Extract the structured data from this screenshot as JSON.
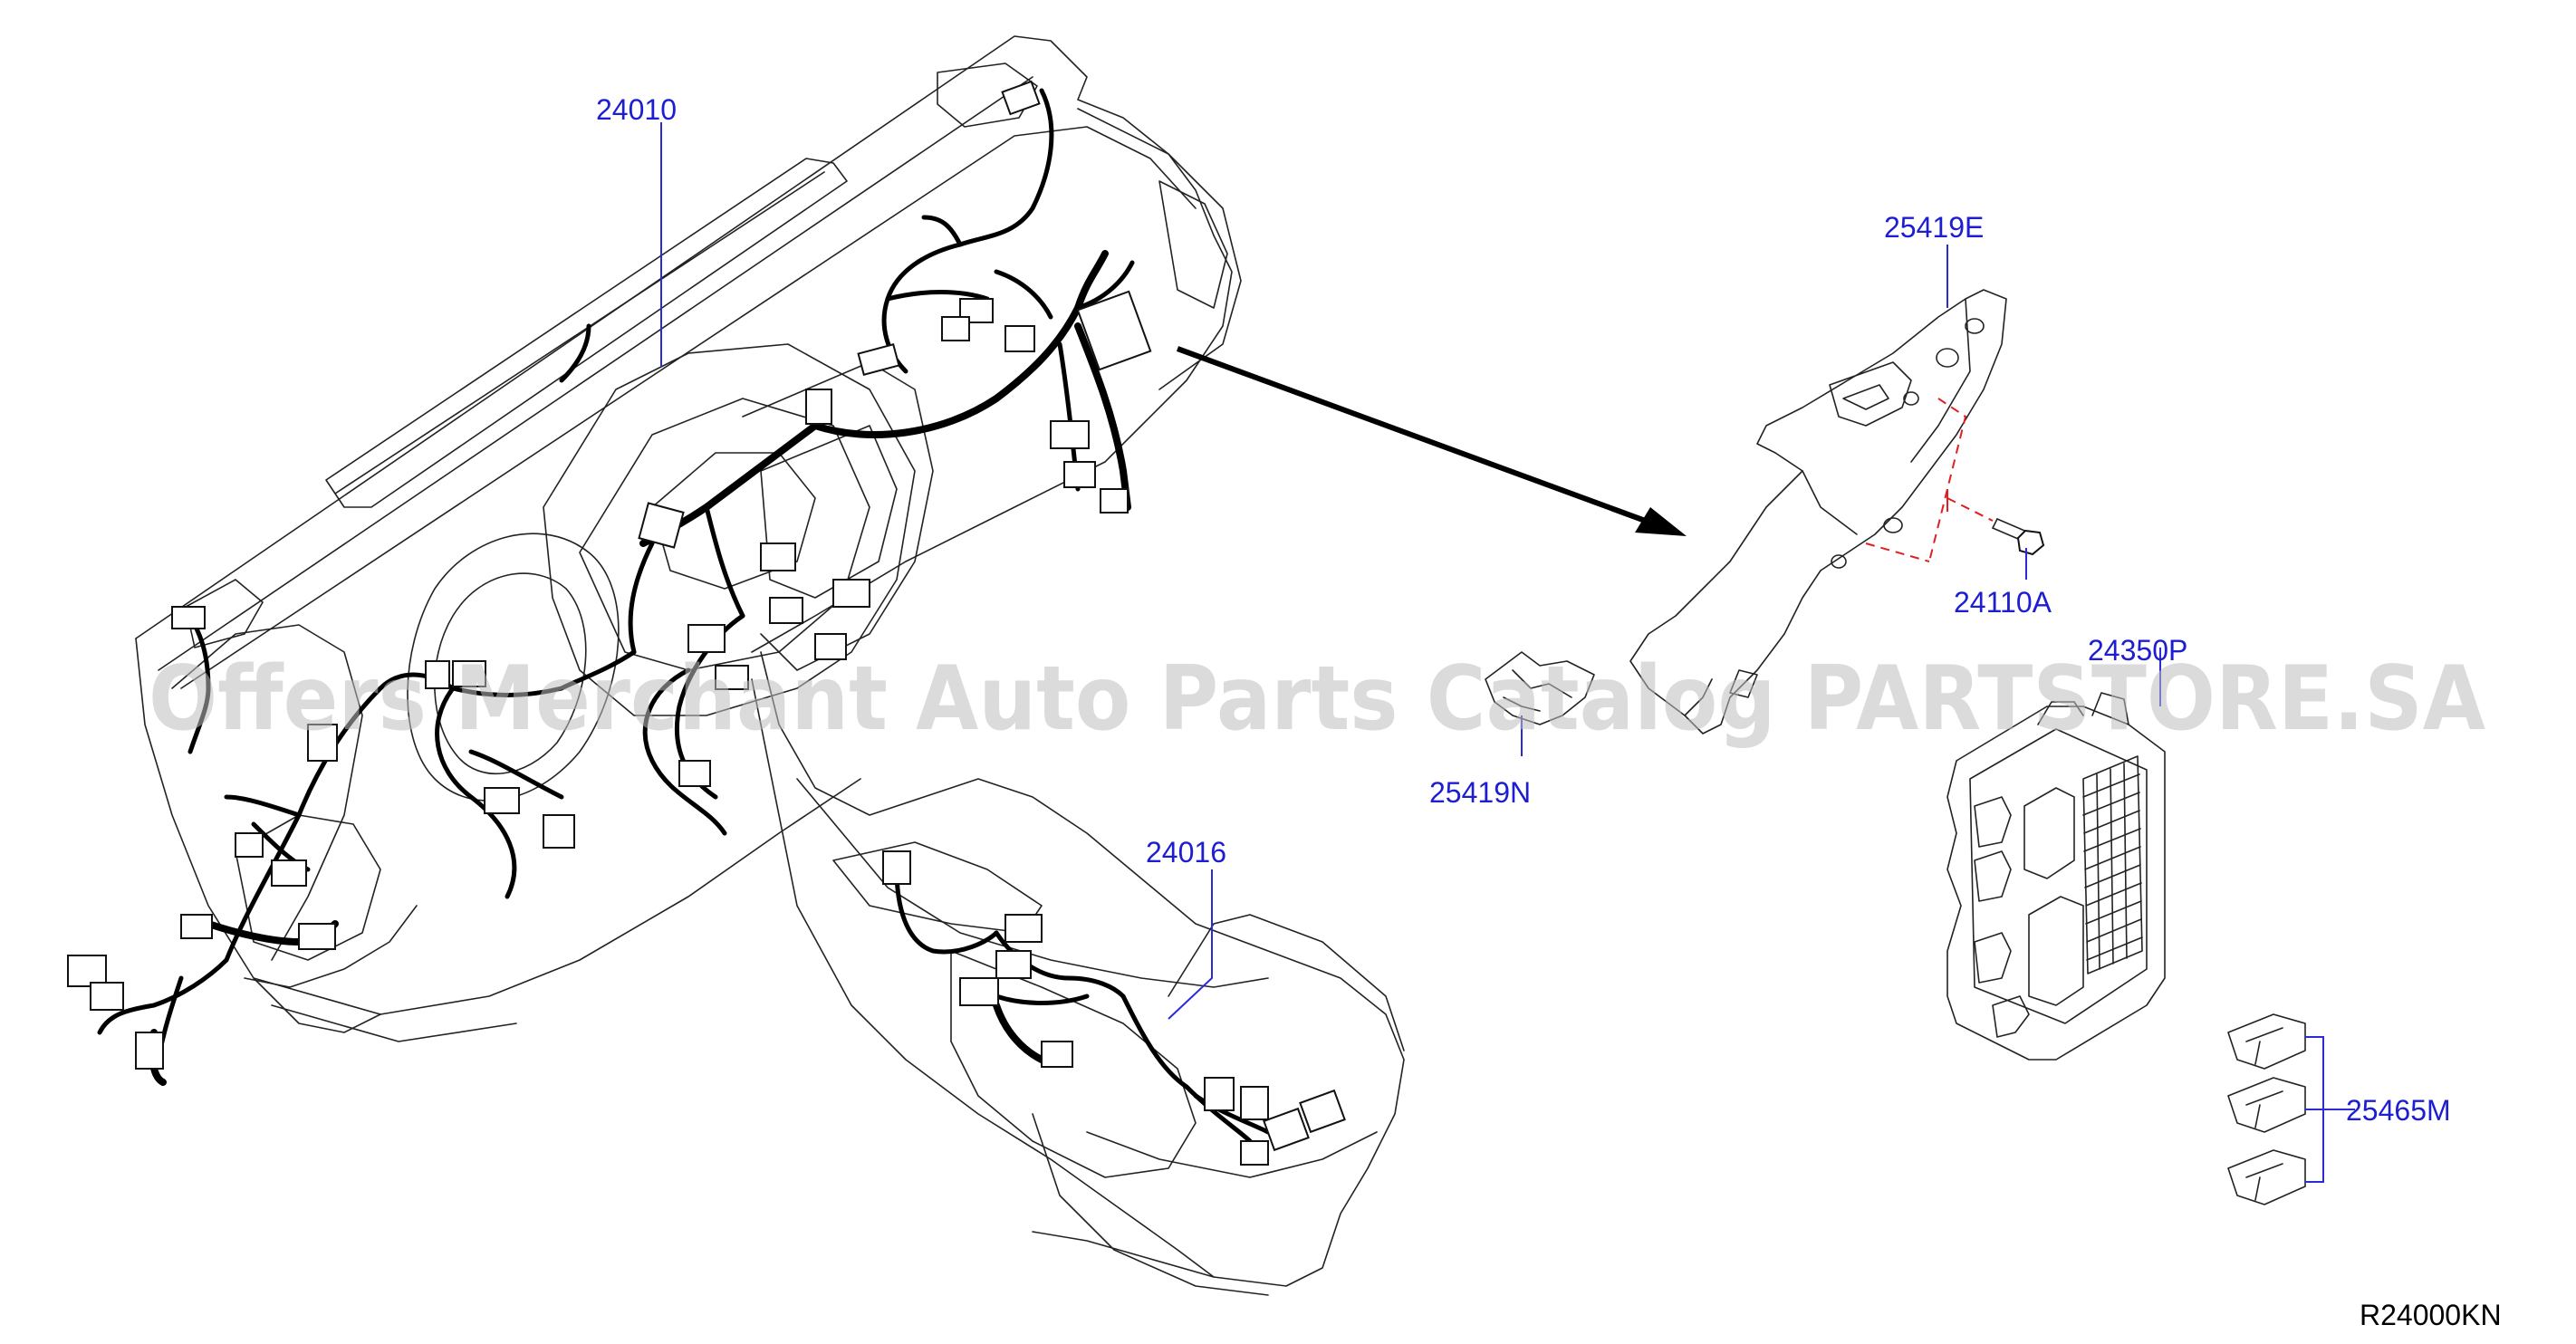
{
  "labels": {
    "harness_main": "24010",
    "harness_console": "24016",
    "bracket": "25419E",
    "bolt": "24110A",
    "clip": "25419N",
    "fuse_block": "24350P",
    "fuses": "25465M"
  },
  "diagram_code": "R24000KN",
  "watermark": "Offers Merchant Auto Parts Catalog PARTSTORE.SA",
  "colors": {
    "label": "#1d1dd1",
    "leader": "#2a2ad6",
    "dashed_guide": "#e02020",
    "watermark": "#bdbdbd"
  }
}
